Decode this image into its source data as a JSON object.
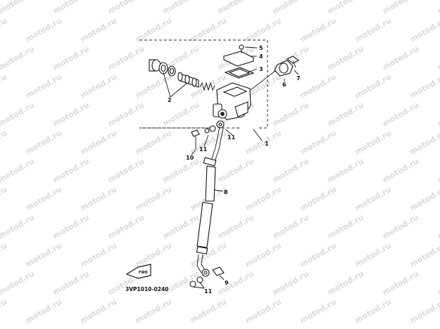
{
  "diagram_code": "3VP1010-0240",
  "watermark": "motod.ru",
  "direction_badge": "FWD",
  "callouts": {
    "c1": "1",
    "c2": "2",
    "c3": "3",
    "c4": "4",
    "c5": "5",
    "c6": "6",
    "c7": "7",
    "c8": "8",
    "c9": "9",
    "c10": "10",
    "c11a": "11",
    "c11b": "11",
    "c11c": "11"
  }
}
